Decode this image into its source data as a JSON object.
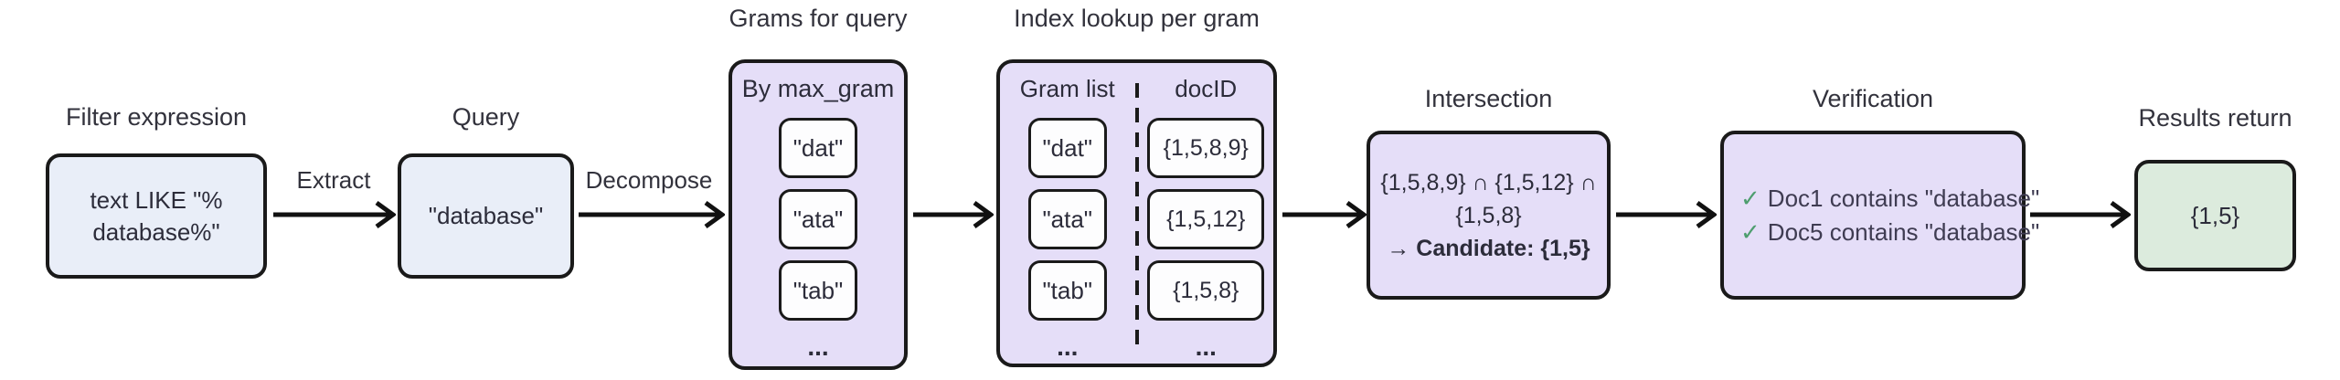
{
  "colors": {
    "blue_fill": "#e9eef8",
    "purple_fill": "#e5def8",
    "green_fill": "#dcebdd",
    "chip_fill": "#fdfdfe",
    "border": "#1a1a1a",
    "check_green": "#4e9e6f",
    "text": "#2c2c3a"
  },
  "stages": {
    "filter": {
      "title": "Filter expression",
      "line1": "text LIKE \"%",
      "line2": "database%\""
    },
    "extract": {
      "label": "Extract"
    },
    "query": {
      "title": "Query",
      "value": "\"database\""
    },
    "decompose": {
      "label": "Decompose"
    },
    "grams": {
      "title": "Grams for query",
      "header": "By max_gram",
      "items": [
        "\"dat\"",
        "\"ata\"",
        "\"tab\""
      ],
      "more": "..."
    },
    "index": {
      "title": "Index lookup per gram",
      "gram_header": "Gram list",
      "docid_header": "docID",
      "grams": [
        "\"dat\"",
        "\"ata\"",
        "\"tab\""
      ],
      "docids": [
        "{1,5,8,9}",
        "{1,5,12}",
        "{1,5,8}"
      ],
      "gram_more": "...",
      "docid_more": "..."
    },
    "intersection": {
      "title": "Intersection",
      "line1": "{1,5,8,9} ∩ {1,5,12} ∩",
      "line2": "{1,5,8}",
      "result_prefix": "→",
      "result": "Candidate: {1,5}"
    },
    "verification": {
      "title": "Verification",
      "checks": [
        {
          "mark": "✓",
          "text": "Doc1 contains \"database\""
        },
        {
          "mark": "✓",
          "text": "Doc5 contains \"database\""
        }
      ]
    },
    "results": {
      "title": "Results return",
      "value": "{1,5}"
    }
  }
}
